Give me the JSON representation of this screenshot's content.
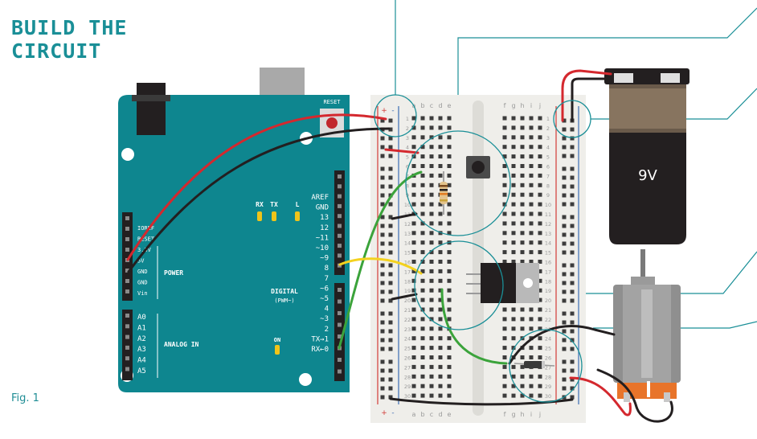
{
  "title": {
    "line1": "BUILD THE",
    "line2": "CIRCUIT"
  },
  "figure_label": "Fig. 1",
  "arduino": {
    "reset_label": "RESET",
    "led_labels": [
      "RX",
      "TX",
      "L"
    ],
    "on_label": "ON",
    "power_pins": [
      "IOREF",
      "RESET",
      "3.3V",
      "5V",
      "GND",
      "GND",
      "Vin"
    ],
    "power_label": "POWER",
    "analog_pins": [
      "A0",
      "A1",
      "A2",
      "A3",
      "A4",
      "A5"
    ],
    "analog_label": "ANALOG IN",
    "digital_pins": [
      "AREF",
      "GND",
      "13",
      "12",
      "~11",
      "~10",
      "~9",
      "8",
      "7",
      "~6",
      "~5",
      "4",
      "~3",
      "2",
      "TX→1",
      "RX←0"
    ],
    "digital_label": "DIGITAL",
    "pwm_label": "(PWM~)"
  },
  "breadboard": {
    "column_letters": [
      "a",
      "b",
      "c",
      "d",
      "e",
      "f",
      "g",
      "h",
      "i",
      "j"
    ],
    "row_numbers": [
      "1",
      "2",
      "3",
      "4",
      "5",
      "6",
      "7",
      "8",
      "9",
      "10",
      "11",
      "12",
      "13",
      "14",
      "15",
      "16",
      "17",
      "18",
      "19",
      "20",
      "21",
      "22",
      "23",
      "24",
      "25",
      "26",
      "27",
      "28",
      "29",
      "30"
    ],
    "plus": "+",
    "minus": "-"
  },
  "battery": {
    "label": "9V"
  },
  "colors": {
    "arduino_board": "#0e868f",
    "wire_red": "#d4282e",
    "wire_black": "#231f20",
    "wire_green": "#3ba33b",
    "wire_yellow": "#f4d21f",
    "callout": "#1a8f97",
    "rail_red": "#d23a36",
    "rail_blue": "#3b6db3"
  }
}
